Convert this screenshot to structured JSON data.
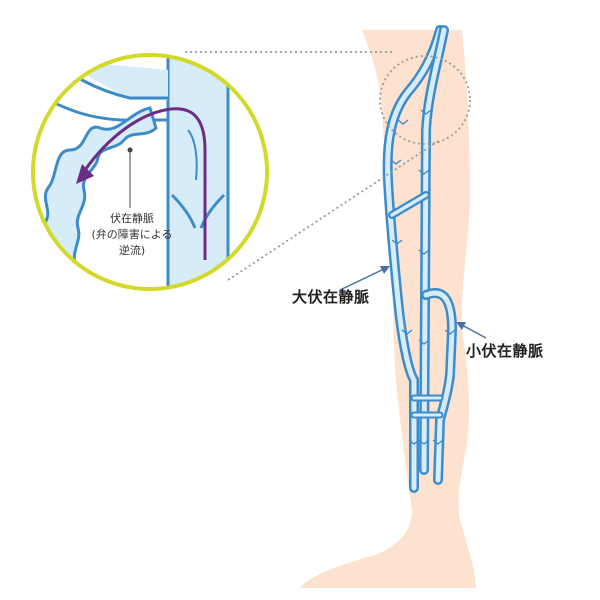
{
  "labels": {
    "great_saphenous": "大伏在静脈",
    "small_saphenous": "小伏在静脈",
    "inset_line1": "伏在静脈",
    "inset_line2": "(弁の障害による",
    "inset_line3": "逆流)"
  },
  "colors": {
    "skin": "#fce2cf",
    "vein_fill": "#d6ecf8",
    "vein_stroke": "#3d8cc9",
    "inset_ring": "#d3d92a",
    "reflux_arrow": "#6b2d86",
    "leader_line": "#9a9a9a",
    "pointer": "#4a6fa8"
  }
}
